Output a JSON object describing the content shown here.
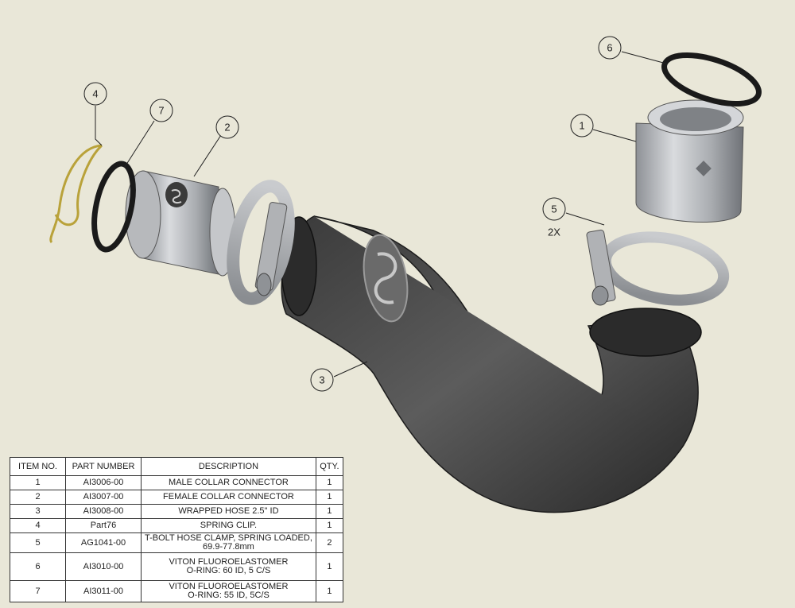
{
  "callouts": [
    {
      "id": "1",
      "label": "1"
    },
    {
      "id": "2",
      "label": "2"
    },
    {
      "id": "3",
      "label": "3"
    },
    {
      "id": "4",
      "label": "4"
    },
    {
      "id": "5",
      "label": "5"
    },
    {
      "id": "6",
      "label": "6"
    },
    {
      "id": "7",
      "label": "7"
    }
  ],
  "callout_5_qty": "2X",
  "bom": {
    "headers": [
      "ITEM NO.",
      "PART NUMBER",
      "DESCRIPTION",
      "QTY."
    ],
    "rows": [
      {
        "item": "1",
        "part": "AI3006-00",
        "desc": [
          "MALE COLLAR CONNECTOR"
        ],
        "qty": "1"
      },
      {
        "item": "2",
        "part": "AI3007-00",
        "desc": [
          "FEMALE COLLAR CONNECTOR"
        ],
        "qty": "1"
      },
      {
        "item": "3",
        "part": "AI3008-00",
        "desc": [
          "WRAPPED HOSE 2.5\" ID"
        ],
        "qty": "1"
      },
      {
        "item": "4",
        "part": "Part76",
        "desc": [
          "SPRING CLIP."
        ],
        "qty": "1"
      },
      {
        "item": "5",
        "part": "AG1041-00",
        "desc": [
          "T-BOLT HOSE CLAMP, SPRING LOADED,",
          "69.9-77.8mm"
        ],
        "qty": "2"
      },
      {
        "item": "6",
        "part": "AI3010-00",
        "desc": [
          "VITON FLUOROELASTOMER",
          "O-RING: 60 ID, 5 C/S"
        ],
        "qty": "1"
      },
      {
        "item": "7",
        "part": "AI3011-00",
        "desc": [
          "VITON FLUOROELASTOMER",
          "O-RING: 55 ID, 5C/S"
        ],
        "qty": "1"
      }
    ]
  }
}
